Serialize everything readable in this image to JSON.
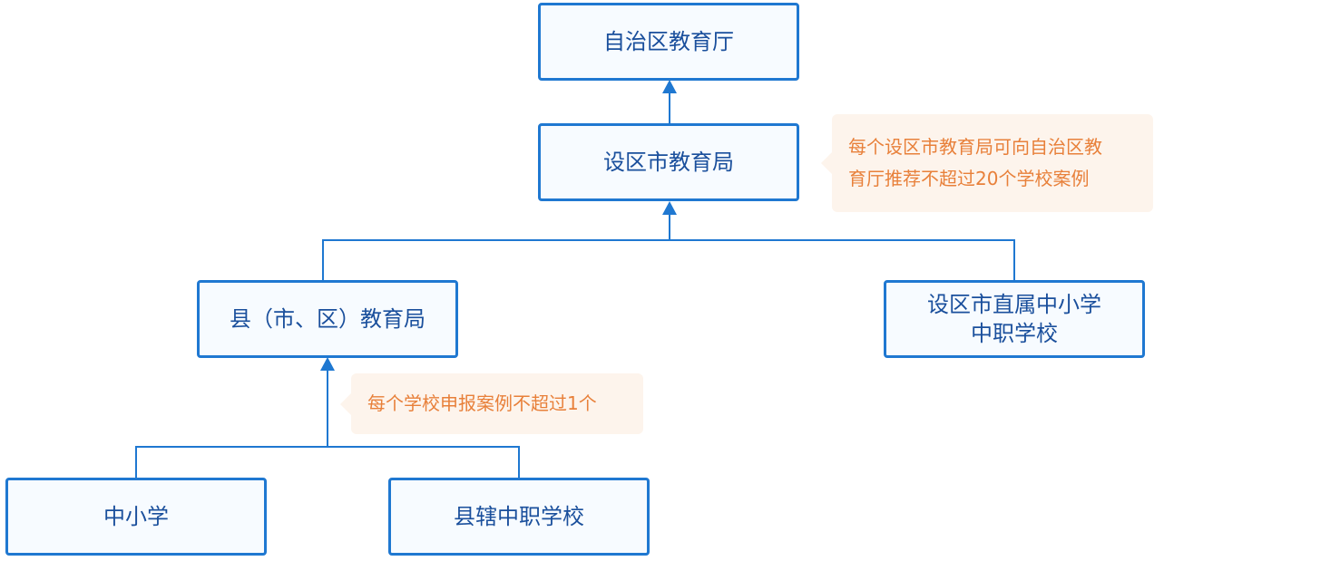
{
  "nodes": {
    "region_education_department": {
      "lines": [
        "自治区教育厅"
      ]
    },
    "city_education_bureau": {
      "lines": [
        "设区市教育局"
      ]
    },
    "county_education_bureau": {
      "lines": [
        "县（市、区）教育局"
      ]
    },
    "city_direct_schools": {
      "lines": [
        "设区市直属中小学",
        "中职学校"
      ]
    },
    "primary_secondary_schools": {
      "lines": [
        "中小学"
      ]
    },
    "county_vocational_schools": {
      "lines": [
        "县辖中职学校"
      ]
    }
  },
  "notes": {
    "city_recommendation_limit": {
      "lines": [
        "每个设区市教育局可向自治区教",
        "育厅推荐不超过20个学校案例"
      ]
    },
    "school_submission_limit": {
      "lines": [
        "每个学校申报案例不超过1个"
      ]
    }
  },
  "colors": {
    "node_border": "#1f78d1",
    "node_text": "#1a4f9c",
    "node_fill": "#f7fbff",
    "note_fill": "#fdf4ec",
    "note_text": "#e8803a"
  }
}
